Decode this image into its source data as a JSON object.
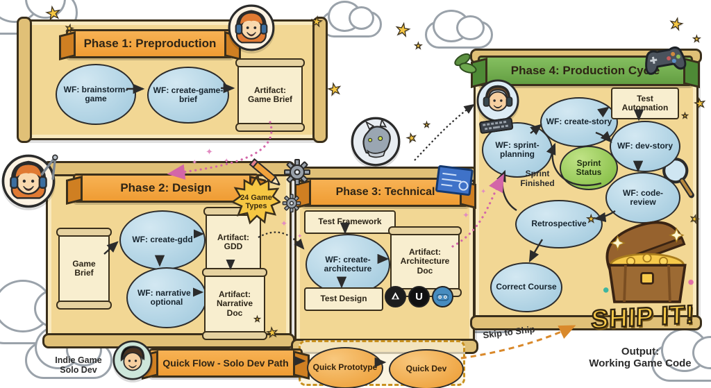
{
  "colors": {
    "parchment": "#f2d794",
    "banner_orange": "#f2a13c",
    "banner_green": "#6fae4e",
    "node_blue": "#abd0e2",
    "node_green": "#8ec641",
    "accent_pink": "#d366a8",
    "gold": "#f6c743"
  },
  "icons": {
    "star": "★",
    "sparkle": "✦",
    "unreal": "U"
  },
  "phase1": {
    "title": "Phase 1: Preproduction",
    "wf_brainstorm": "WF: brainstorm-game",
    "wf_create_brief": "WF: create-game-brief",
    "artifact_brief": "Artifact: Game Brief"
  },
  "phase2": {
    "title": "Phase 2: Design",
    "badge": "24 Game Types",
    "game_brief": "Game Brief",
    "wf_create_gdd": "WF: create-gdd",
    "wf_narrative": "WF: narrative - optional",
    "artifact_gdd": "Artifact: GDD",
    "artifact_narrative": "Artifact: Narrative Doc"
  },
  "phase3": {
    "title": "Phase 3: Technical",
    "test_framework": "Test Framework",
    "wf_create_architecture": "WF: create-architecture",
    "artifact_architecture": "Artifact: Architecture Doc",
    "test_design": "Test Design"
  },
  "phase4": {
    "title": "Phase 4: Production Cycle",
    "wf_create_story": "WF: create-story",
    "test_automation": "Test Automation",
    "wf_sprint_planning": "WF: sprint-planning",
    "wf_dev_story": "WF: dev-story",
    "sprint_status": "Sprint Status",
    "wf_code_review": "WF: code-review",
    "sprint_finished": "Sprint Finished",
    "retrospective": "Retrospective",
    "correct_course": "Correct Course"
  },
  "quick_flow": {
    "title": "Quick Flow - Solo Dev Path",
    "solo_dev_label": "Indie Game Solo Dev",
    "quick_prototype": "Quick Prototype",
    "quick_dev": "Quick Dev",
    "skip_to_ship": "Skip to Ship"
  },
  "output": {
    "ship_it": "SHIP IT!",
    "line1": "Output:",
    "line2": "Working Game Code"
  }
}
